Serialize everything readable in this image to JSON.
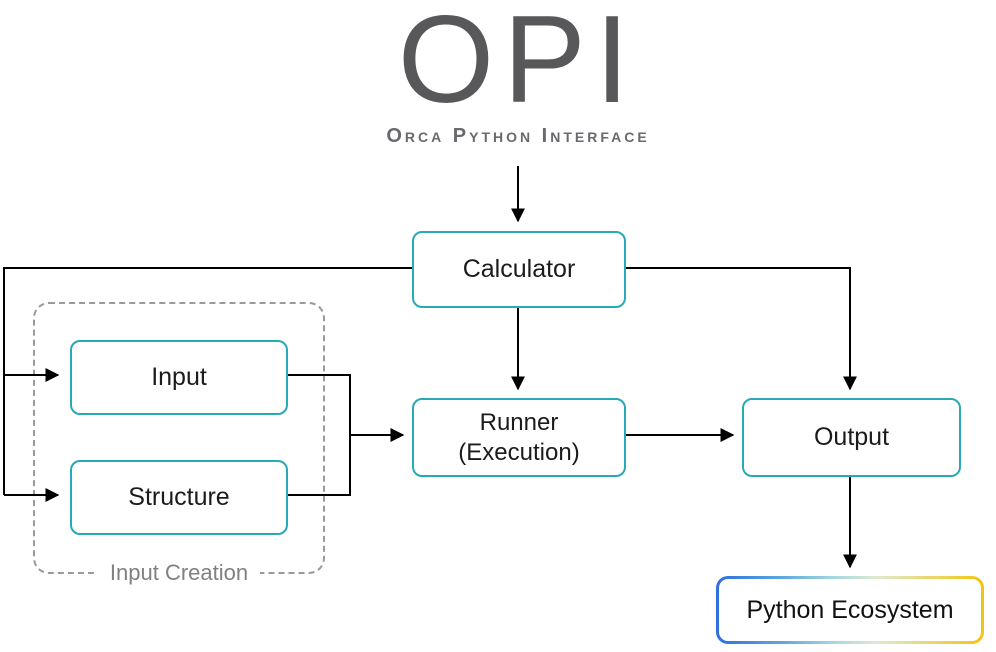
{
  "header": {
    "logo": "OPI",
    "subtitle": "Orca Python Interface"
  },
  "nodes": {
    "calculator": {
      "label": "Calculator"
    },
    "runner": {
      "label_line1": "Runner",
      "label_line2": "(Execution)"
    },
    "input": {
      "label": "Input"
    },
    "structure": {
      "label": "Structure"
    },
    "output": {
      "label": "Output"
    },
    "python_ecosystem": {
      "label": "Python Ecosystem"
    }
  },
  "groups": {
    "input_creation": {
      "label": "Input Creation"
    }
  },
  "colors": {
    "node_border": "#29a9b8",
    "group_border": "#9a9a9a",
    "arrow": "#000000",
    "logo_text": "#58585b",
    "subtitle_text": "#6a6a6e",
    "ecosystem_gradient_start": "#2e6fdf",
    "ecosystem_gradient_end": "#f3c40f"
  }
}
